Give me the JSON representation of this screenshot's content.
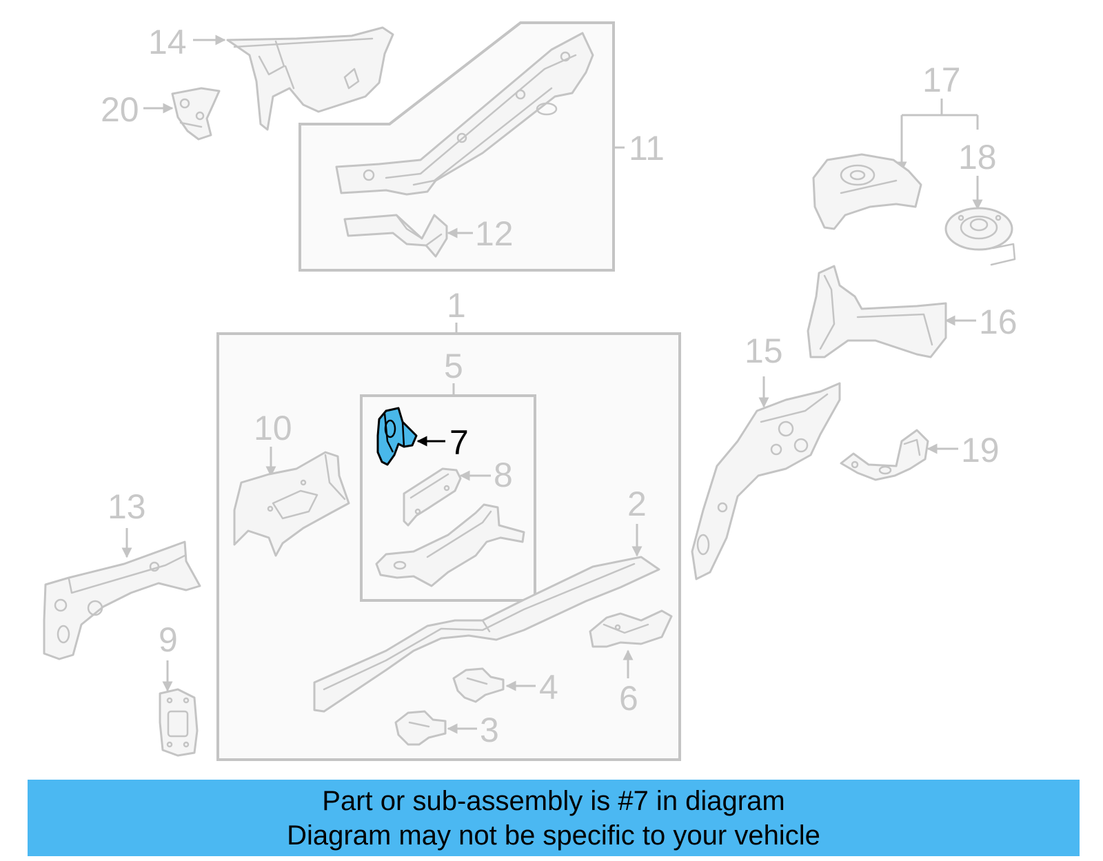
{
  "diagram": {
    "labels": [
      "1",
      "2",
      "3",
      "4",
      "5",
      "6",
      "7",
      "8",
      "9",
      "10",
      "11",
      "12",
      "13",
      "14",
      "15",
      "16",
      "17",
      "18",
      "19",
      "20"
    ],
    "highlighted_part": "7",
    "colors": {
      "highlight": "#49b8ea",
      "banner": "#4bb8f2",
      "inactive_line": "#c4c4c4",
      "inactive_label": "#c8c8c8",
      "active_label": "#000000"
    }
  },
  "banner": {
    "line1": "Part or sub-assembly is #7 in diagram",
    "line2": "Diagram may not be specific to your vehicle"
  }
}
